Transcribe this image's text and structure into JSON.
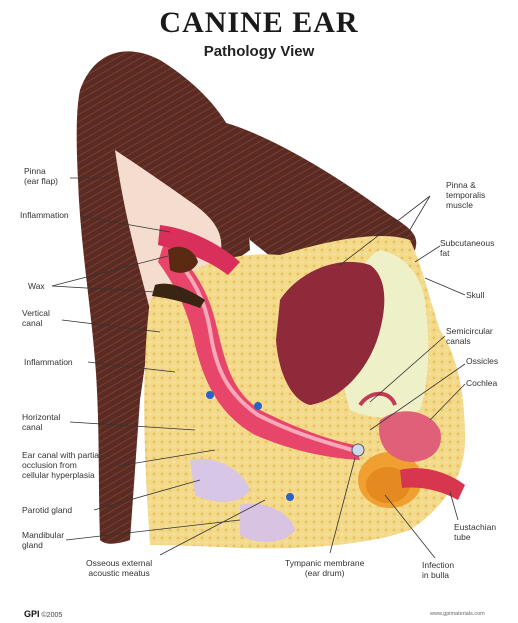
{
  "title": "CANINE EAR",
  "subtitle": "Pathology View",
  "labels": {
    "pinna": "Pinna\n(ear flap)",
    "inflammation_top": "Inflammation",
    "wax": "Wax",
    "vertical_canal": "Vertical\ncanal",
    "inflammation_mid": "Inflammation",
    "horizontal_canal": "Horizontal\ncanal",
    "ear_canal_occlusion": "Ear canal with partial\nocclusion from\ncellular hyperplasia",
    "parotid_gland": "Parotid gland",
    "mandibular_gland": "Mandibular\ngland",
    "osseous_meatus": "Osseous external\nacoustic meatus",
    "tympanic_membrane": "Tympanic membrane\n(ear drum)",
    "infection_bulla": "Infection\nin bulla",
    "eustachian_tube": "Eustachian\ntube",
    "pinna_temporalis": "Pinna &\ntemporalis\nmuscle",
    "subcutaneous_fat": "Subcutaneous\nfat",
    "skull": "Skull",
    "semicircular_canals": "Semicircular\ncanals",
    "ossicles": "Ossicles",
    "cochlea": "Cochlea"
  },
  "footer": {
    "logo": "GPI",
    "copyright": "©2005",
    "url": "www.gpimaterials.com"
  }
}
